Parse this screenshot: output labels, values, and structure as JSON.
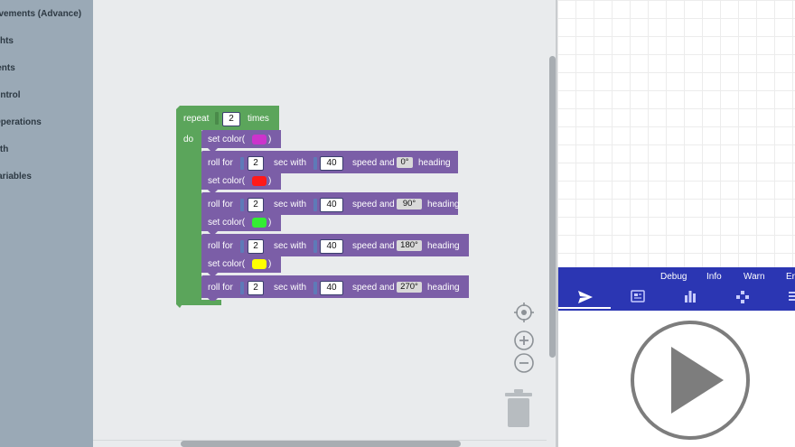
{
  "sidebar": {
    "categories": [
      {
        "label": "Movements (Advance)"
      },
      {
        "label": "Lights"
      },
      {
        "label": "Events"
      },
      {
        "label": "Control"
      },
      {
        "label": "Operations"
      },
      {
        "label": "Math"
      },
      {
        "label": "Variables"
      }
    ]
  },
  "repeat_block": {
    "keyword": "repeat",
    "count": "2",
    "times_label": "times",
    "do_label": "do",
    "color": "#5ba55b"
  },
  "blocks": [
    {
      "type": "set_color",
      "label": "set color(",
      "close": ")",
      "color": "#cc33cc"
    },
    {
      "type": "roll",
      "roll_label": "roll for",
      "duration": "2",
      "sec_with_label": "sec with",
      "speed": "40",
      "speed_and_label": "speed and",
      "heading": "0°",
      "heading_label": "heading"
    },
    {
      "type": "set_color",
      "label": "set color(",
      "close": ")",
      "color": "#ff1a1a"
    },
    {
      "type": "roll",
      "roll_label": "roll for",
      "duration": "2",
      "sec_with_label": "sec with",
      "speed": "40",
      "speed_and_label": "speed and",
      "heading": "90°",
      "heading_label": "heading"
    },
    {
      "type": "set_color",
      "label": "set color(",
      "close": ")",
      "color": "#33ee33"
    },
    {
      "type": "roll",
      "roll_label": "roll for",
      "duration": "2",
      "sec_with_label": "sec with",
      "speed": "40",
      "speed_and_label": "speed and",
      "heading": "180°",
      "heading_label": "heading"
    },
    {
      "type": "set_color",
      "label": "set color(",
      "close": ")",
      "color": "#ffff00"
    },
    {
      "type": "roll",
      "roll_label": "roll for",
      "duration": "2",
      "sec_with_label": "sec with",
      "speed": "40",
      "speed_and_label": "speed and",
      "heading": "270°",
      "heading_label": "heading"
    }
  ],
  "block_color": "#7b5ea7",
  "workspace_controls": {
    "recenter_icon": "crosshair-icon",
    "zoom_in_icon": "plus-circle-icon",
    "zoom_out_icon": "minus-circle-icon",
    "trash_icon": "trash-icon"
  },
  "console_nav": {
    "tabs": [
      {
        "label": "Debug"
      },
      {
        "label": "Info"
      },
      {
        "label": "Warn"
      },
      {
        "label": "Er"
      }
    ],
    "icons": [
      "send-icon",
      "chip-icon",
      "bar-chart-icon",
      "gamepad-icon",
      "list-icon"
    ],
    "bg_color": "#2b36b3"
  },
  "player": {
    "play_icon": "play-icon"
  }
}
